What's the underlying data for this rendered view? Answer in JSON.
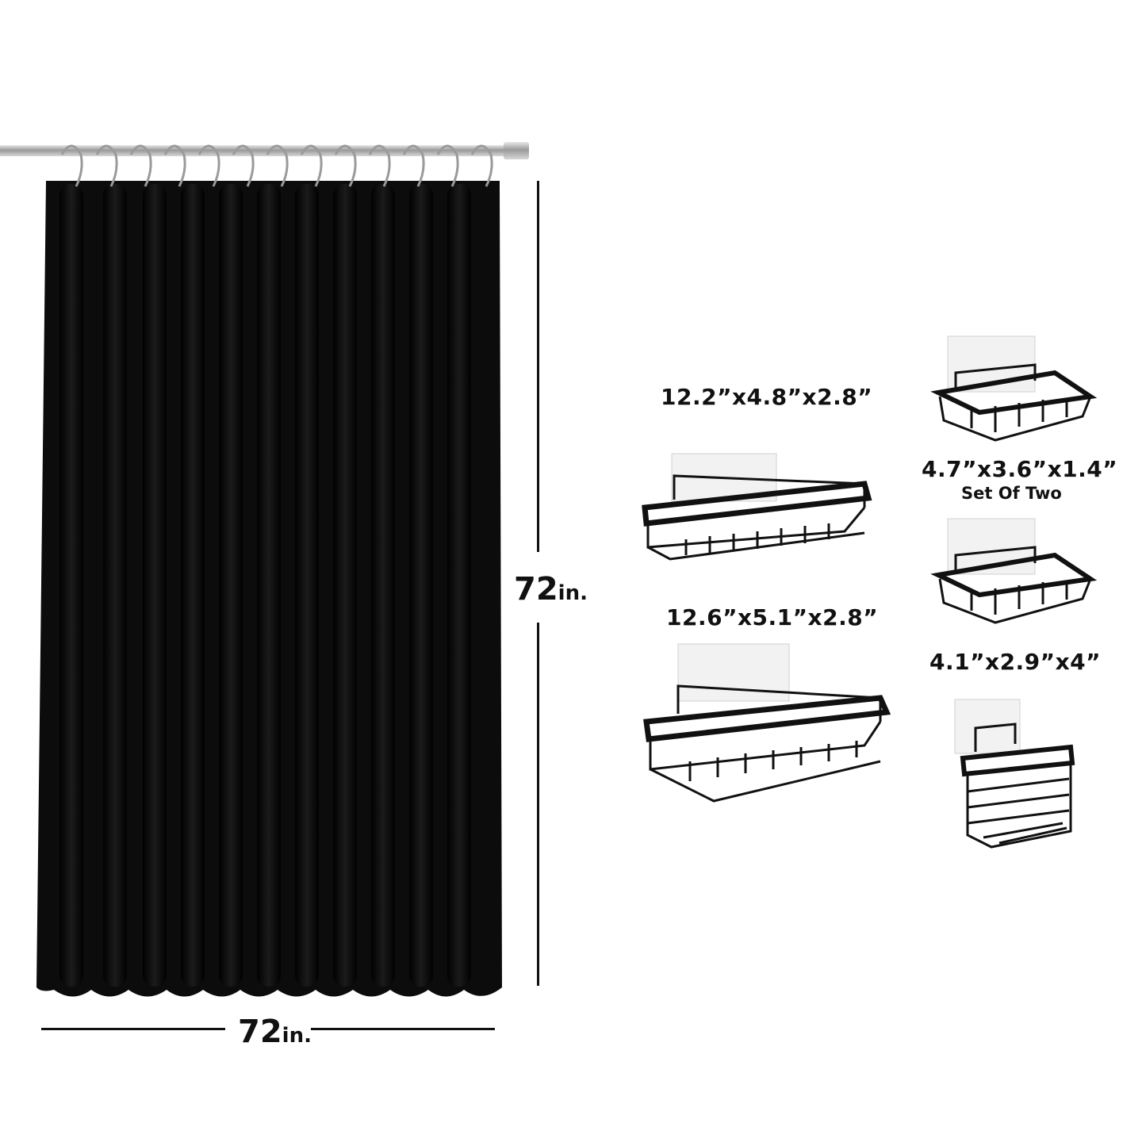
{
  "curtain": {
    "height_value": "72",
    "height_unit": "in.",
    "width_value": "72",
    "width_unit": "in."
  },
  "products": [
    {
      "dims": "12.2”x4.8”x2.8”"
    },
    {
      "dims": "12.6”x5.1”x2.8”"
    },
    {
      "dims": "4.7”x3.6”x1.4”",
      "note": "Set Of Two"
    },
    {
      "dims": "4.1”x2.9”x4”"
    }
  ],
  "colors": {
    "curtain": "#0c0c0c",
    "rod": "#b8b8b8",
    "metal": "#111111",
    "adhesive_pad": "#f2f2f2"
  }
}
